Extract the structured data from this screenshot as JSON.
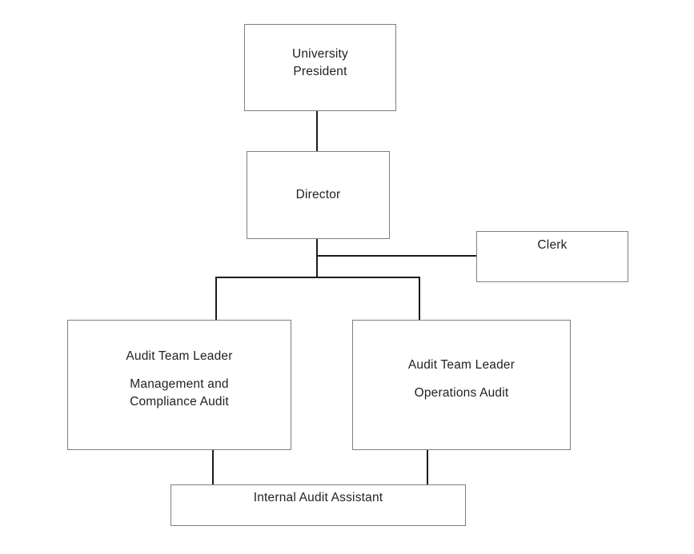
{
  "diagram": {
    "type": "org-chart",
    "background_color": "#ffffff",
    "box_border_color": "#7f7f7f",
    "connector_color": "#1b1b1b",
    "text_color": "#222222",
    "nodes": {
      "university_president": {
        "label": "University\nPresident"
      },
      "director": {
        "label": "Director"
      },
      "clerk": {
        "label": "Clerk"
      },
      "audit_team_leader_management_compliance": {
        "title": "Audit Team Leader",
        "subtitle": "Management and\nCompliance Audit"
      },
      "audit_team_leader_operations": {
        "title": "Audit Team Leader",
        "subtitle": "Operations Audit"
      },
      "internal_audit_assistant": {
        "label": "Internal Audit Assistant"
      }
    },
    "edges": [
      {
        "from": "university_president",
        "to": "director"
      },
      {
        "from": "director",
        "to": "clerk"
      },
      {
        "from": "director",
        "to": "audit_team_leader_management_compliance"
      },
      {
        "from": "director",
        "to": "audit_team_leader_operations"
      },
      {
        "from": "audit_team_leader_management_compliance",
        "to": "internal_audit_assistant"
      },
      {
        "from": "audit_team_leader_operations",
        "to": "internal_audit_assistant"
      }
    ]
  }
}
